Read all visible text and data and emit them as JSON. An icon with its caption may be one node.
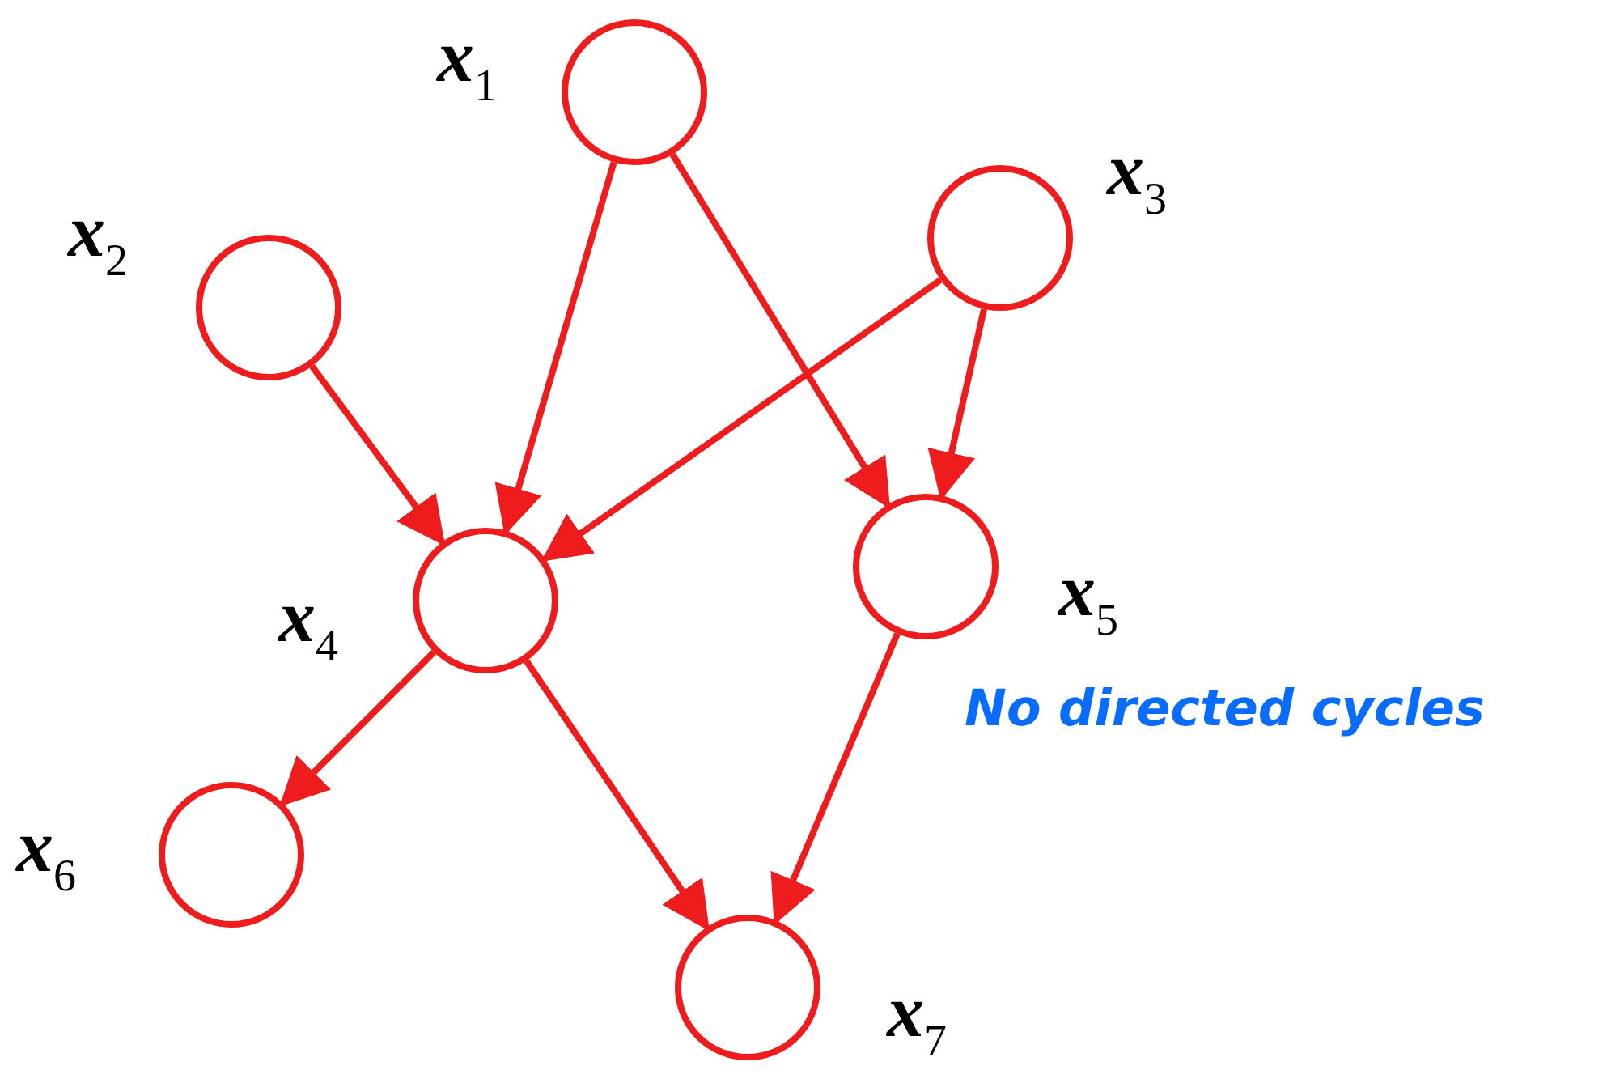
{
  "diagram": {
    "nodes": [
      {
        "text": [],
        "shape": "circle",
        "beside": [
          "x$_{1}$"
        ]
      },
      {
        "text": [],
        "shape": "circle",
        "beside": [
          "x$_{2}$"
        ]
      },
      {
        "text": [],
        "shape": "circle",
        "beside": [
          "x$_{3}$"
        ]
      },
      {
        "text": [],
        "shape": "circle",
        "beside": [
          "x$_{4}$"
        ]
      },
      {
        "text": [],
        "shape": "circle",
        "beside": [
          "x$_{5}$"
        ]
      },
      {
        "text": [],
        "shape": "circle",
        "beside": [
          "x$_{6}$"
        ]
      },
      {
        "text": [],
        "shape": "circle",
        "beside": [
          "x$_{7}$"
        ]
      }
    ],
    "edges": [
      {
        "from": 0,
        "to": 3,
        "arrow": "to"
      },
      {
        "from": 0,
        "to": 4,
        "arrow": "to"
      },
      {
        "from": 2,
        "to": 3,
        "arrow": "to"
      },
      {
        "from": 2,
        "to": 4,
        "arrow": "to"
      },
      {
        "from": 1,
        "to": 3,
        "arrow": "to"
      },
      {
        "from": 3,
        "to": 5,
        "arrow": "to"
      },
      {
        "from": 3,
        "to": 6,
        "arrow": "to"
      },
      {
        "from": 4,
        "to": 6,
        "arrow": "to"
      }
    ],
    "labels": [
      "No directed cycles"
    ]
  }
}
